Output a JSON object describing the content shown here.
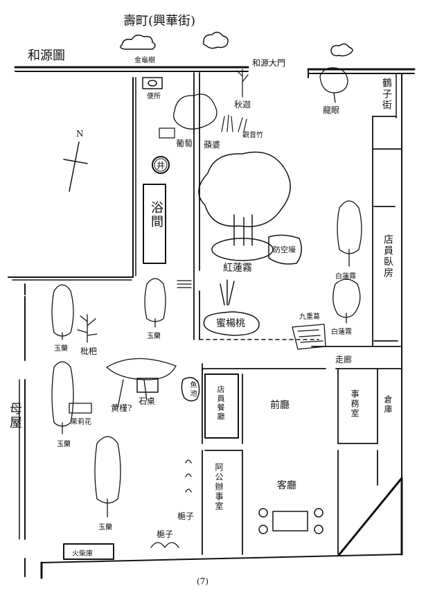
{
  "title": "壽町(興華街)",
  "streets": {
    "top_left": "和源圖",
    "gate": "和源大門",
    "right_lane": "鶴子街"
  },
  "trees": {
    "gold_tree": "金龜樹",
    "longan": "龍眼",
    "grape": "葡萄",
    "areca": "蘋婆",
    "guanyin_bamboo": "觀音竹",
    "sago": "秋迦",
    "red_bougainvillea": "紅蓮霧",
    "white_lotus_1": "白蓮霧",
    "white_lotus_2": "白蓮霧",
    "peach": "蜜楊桃",
    "nine_li": "九重葛",
    "yulan_1": "玉蘭",
    "yulan_2": "玉蘭",
    "yulan_3": "玉蘭",
    "yulan_4": "玉蘭",
    "loquat": "枇杷",
    "jasmine": "茉莉花",
    "huangjin": "黄槿?",
    "gardenia_1": "梔子",
    "gardenia_2": "梔子"
  },
  "rooms": {
    "toilet": "便所",
    "well": "井",
    "bath": "浴間",
    "pump_room": "防空壕",
    "staff_dorm": "店員臥房",
    "corridor": "走廊",
    "front_hall": "前廳",
    "office": "事務室",
    "warehouse": "倉庫",
    "store_lounge": "店員餐廳",
    "agong_office": "阿公辦事室",
    "living_room": "客廳",
    "fish_pond": "魚池",
    "stone_table": "石桌",
    "main_house": "母屋",
    "fire_room": "火柴庫"
  },
  "compass": "N",
  "page_number": "(7)"
}
